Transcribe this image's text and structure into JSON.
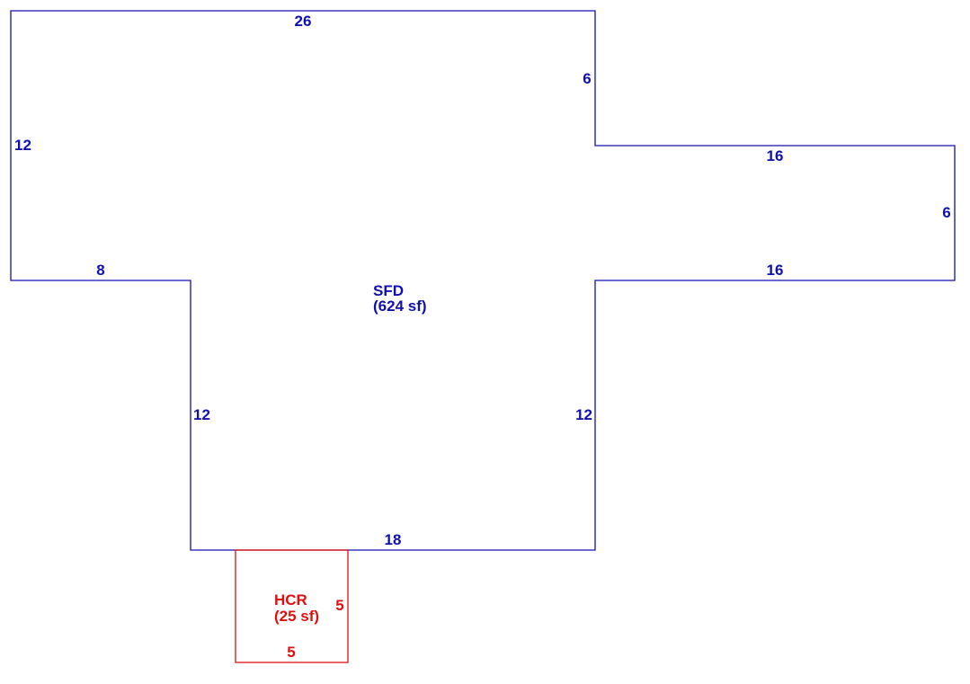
{
  "areas": [
    {
      "name": "SFD",
      "area_text": "(624 sf)",
      "color": "#1010b0",
      "dims": {
        "top": "26",
        "upper_right_step": "6",
        "left": "12",
        "wing_top": "16",
        "wing_end": "6",
        "lower_left_step": "8",
        "wing_bottom": "16",
        "lower_left": "12",
        "lower_right": "12",
        "bottom": "18"
      }
    },
    {
      "name": "HCR",
      "area_text": "(25 sf)",
      "color": "#dd1010",
      "dims": {
        "side": "5",
        "bottom": "5"
      }
    }
  ]
}
